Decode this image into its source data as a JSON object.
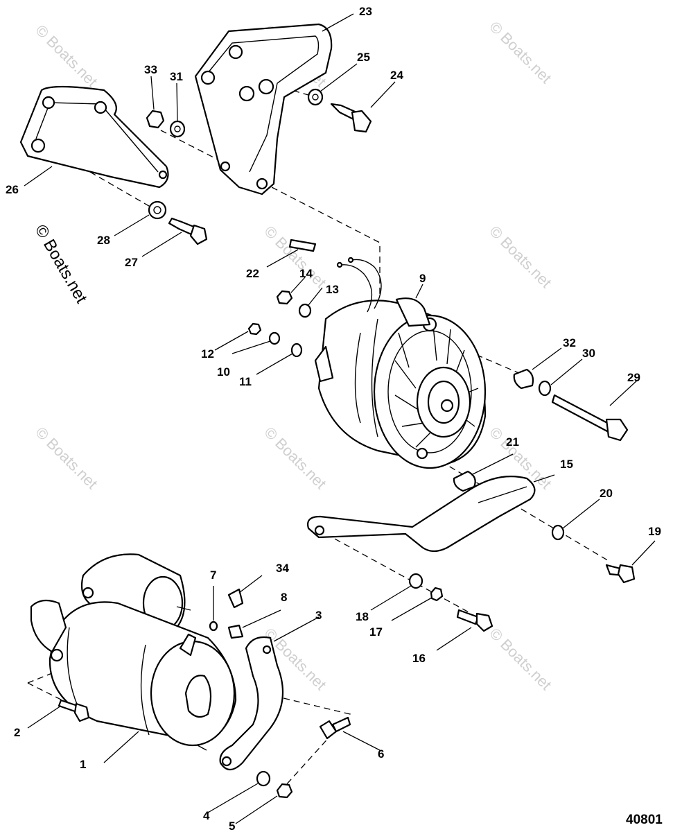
{
  "diagram": {
    "figure_number": "40801",
    "watermark": "© Boats.net",
    "callouts": [
      {
        "id": "c1",
        "text": "1"
      },
      {
        "id": "c2",
        "text": "2"
      },
      {
        "id": "c3",
        "text": "3"
      },
      {
        "id": "c4",
        "text": "4"
      },
      {
        "id": "c5",
        "text": "5"
      },
      {
        "id": "c6",
        "text": "6"
      },
      {
        "id": "c7",
        "text": "7"
      },
      {
        "id": "c8",
        "text": "8"
      },
      {
        "id": "c9",
        "text": "9"
      },
      {
        "id": "c10",
        "text": "10"
      },
      {
        "id": "c11",
        "text": "11"
      },
      {
        "id": "c12",
        "text": "12"
      },
      {
        "id": "c13",
        "text": "13"
      },
      {
        "id": "c14",
        "text": "14"
      },
      {
        "id": "c15",
        "text": "15"
      },
      {
        "id": "c16",
        "text": "16"
      },
      {
        "id": "c17",
        "text": "17"
      },
      {
        "id": "c18",
        "text": "18"
      },
      {
        "id": "c19",
        "text": "19"
      },
      {
        "id": "c20",
        "text": "20"
      },
      {
        "id": "c21",
        "text": "21"
      },
      {
        "id": "c22",
        "text": "22"
      },
      {
        "id": "c23",
        "text": "23"
      },
      {
        "id": "c24",
        "text": "24"
      },
      {
        "id": "c25",
        "text": "25"
      },
      {
        "id": "c26",
        "text": "26"
      },
      {
        "id": "c27",
        "text": "27"
      },
      {
        "id": "c28",
        "text": "28"
      },
      {
        "id": "c29",
        "text": "29"
      },
      {
        "id": "c30",
        "text": "30"
      },
      {
        "id": "c31",
        "text": "31"
      },
      {
        "id": "c32",
        "text": "32"
      },
      {
        "id": "c33",
        "text": "33"
      },
      {
        "id": "c34",
        "text": "34"
      }
    ]
  }
}
